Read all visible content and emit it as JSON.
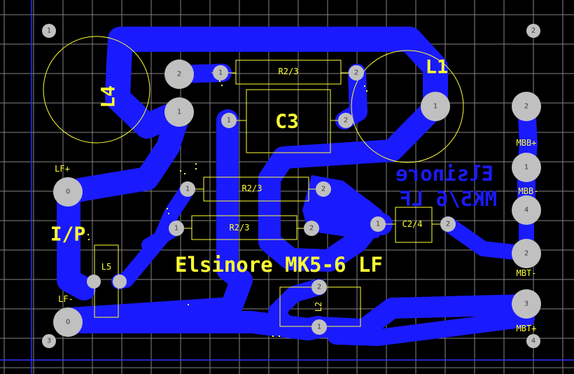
{
  "board": {
    "title": "Elsinore MK5-6 LF",
    "mirror_line1": "Elsinore",
    "mirror_line2": "MK5/6 LF"
  },
  "colors": {
    "background": "#000000",
    "copper": "#1a1aff",
    "silkscreen": "#ffff33",
    "pad": "#c0c0c0",
    "grid": "#9a9a9a",
    "board_edge": "#3030ff"
  },
  "components": {
    "l4": "L4",
    "l1": "L1",
    "c3": "C3",
    "r23_top": "R2/3",
    "r23_mid": "R2/3",
    "r23_low": "R2/3",
    "c24": "C2/4",
    "l5": "L5",
    "l2": "L2"
  },
  "connectors": {
    "lf_plus": "LF+",
    "lf_minus": "LF-",
    "ip": "I/P",
    "mbb_plus": "MBB+",
    "mbb_minus": "MBB-",
    "mbt_minus": "MBT-",
    "mbt_plus": "MBT+"
  },
  "pads": {
    "corner_tl": "1",
    "corner_tr": "2",
    "corner_bl": "3",
    "corner_br": "4",
    "l4_p2": "2",
    "l4_p1": "1",
    "r_top_p1": "1",
    "r_top_p2": "2",
    "c3_p1": "1",
    "c3_p2": "2",
    "l1_p1": "1",
    "r_mid_p1": "1",
    "r_mid_p2": "2",
    "r_low_p1": "1",
    "r_low_p2": "2",
    "c24_p1": "1",
    "c24_p2": "2",
    "l2_p2": "2",
    "l2_p1": "1",
    "lf_plus_pad": "0",
    "lf_minus_pad": "0",
    "mbb_plus_pad": "2",
    "mbb_minus_pad": "1",
    "right_p4": "4",
    "mbt_minus_pad": "2",
    "mbt_plus_pad": "3"
  }
}
